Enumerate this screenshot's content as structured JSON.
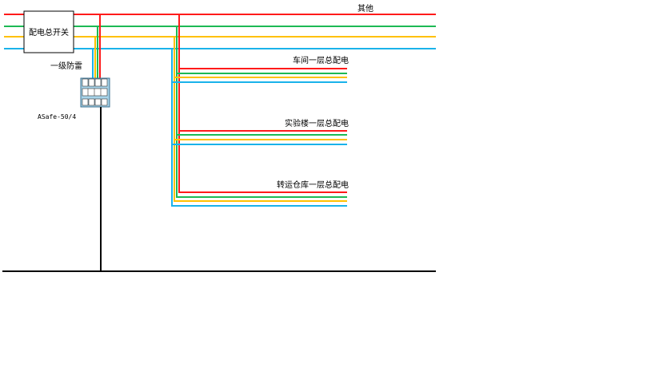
{
  "colors": {
    "red": "#ff1a1a",
    "green": "#1db954",
    "yellow": "#ffc000",
    "blue": "#1ab2ea",
    "ground": "#000000",
    "spd_body": "#a8d4ea"
  },
  "labels": {
    "main_switch": "配电总开关",
    "spd_level": "一级防雷",
    "spd_model": "ASafe-50/4",
    "other": "其他",
    "branch_workshop": "车间一层总配电",
    "branch_lab": "实验楼一层总配电",
    "branch_warehouse": "转运仓库一层总配电"
  },
  "icons": {
    "spd": "surge-protector-module-icon"
  }
}
